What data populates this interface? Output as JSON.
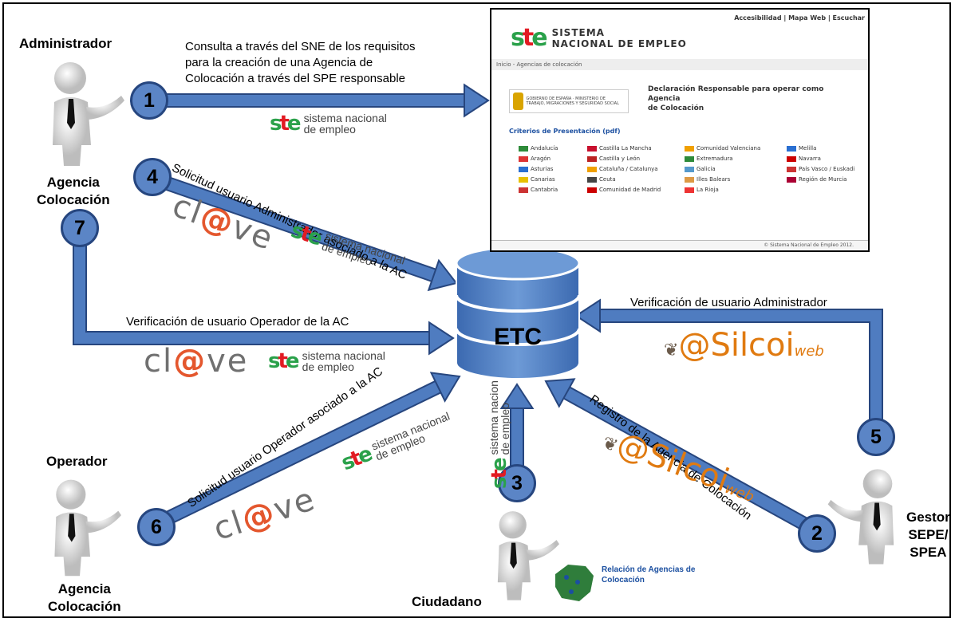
{
  "actors": {
    "administrador": "Administrador",
    "agencia_top": "Agencia\nColocación",
    "operador": "Operador",
    "agencia_bottom": "Agencia\nColocación",
    "ciudadano": "Ciudadano",
    "gestor": "Gestor\nSEPE/\nSPEA"
  },
  "center": {
    "label": "ETC"
  },
  "steps": [
    "1",
    "2",
    "3",
    "4",
    "5",
    "6",
    "7"
  ],
  "labels": {
    "step1": "Consulta a través del SNE de los requisitos\npara la creación de una Agencia de\nColocación a través del SPE responsable",
    "step4": "Solicitud usuario Administrador asociado a la AC",
    "step7": "Verificación de usuario Operador de la AC",
    "step5": "Verificación de usuario Administrador",
    "step6": "Solicitud usuario Operador asociado a la AC",
    "step2": "Registro de la Agencia de Colocación"
  },
  "logos": {
    "sne_text": "sistema nacional\nde empleo",
    "sne_text_vertical": "sistema nacion\nde empleo",
    "clave_pre": "cl",
    "clave_at": "@",
    "clave_post": "ve",
    "silcoi_main": "@Silcoi",
    "silcoi_web": "web"
  },
  "screenshot": {
    "top_links": "Accesibilidad | Mapa Web | Escuchar",
    "brand": "SISTEMA\nNACIONAL DE EMPLEO",
    "breadcrumb": "Inicio - Agencias de colocación",
    "gov_text": "GOBIERNO DE ESPAÑA · MINISTERIO DE TRABAJO, MIGRACIONES Y SEGURIDAD SOCIAL",
    "declaration": "Declaración Responsable para operar como Agencia\nde Colocación",
    "criteria": "Criterios de Presentación (pdf)",
    "regions": [
      "Andalucía",
      "Castilla La Mancha",
      "Comunidad Valenciana",
      "Melilla",
      "Aragón",
      "Castilla y León",
      "Extremadura",
      "Navarra",
      "Asturias",
      "Cataluña / Catalunya",
      "Galicia",
      "País Vasco / Euskadi",
      "Canarias",
      "Ceuta",
      "Illes Balears",
      "Región de Murcia",
      "Cantabria",
      "Comunidad de Madrid",
      "La Rioja",
      ""
    ],
    "footer": "© Sistema Nacional de Empleo 2012."
  },
  "relacion": "Relación de Agencias de\nColocación",
  "colors": {
    "arrow_fill": "#4f7cc0",
    "arrow_stroke": "#27467e",
    "db_fill": "#4f80c4",
    "circle": "#5b85c6"
  }
}
